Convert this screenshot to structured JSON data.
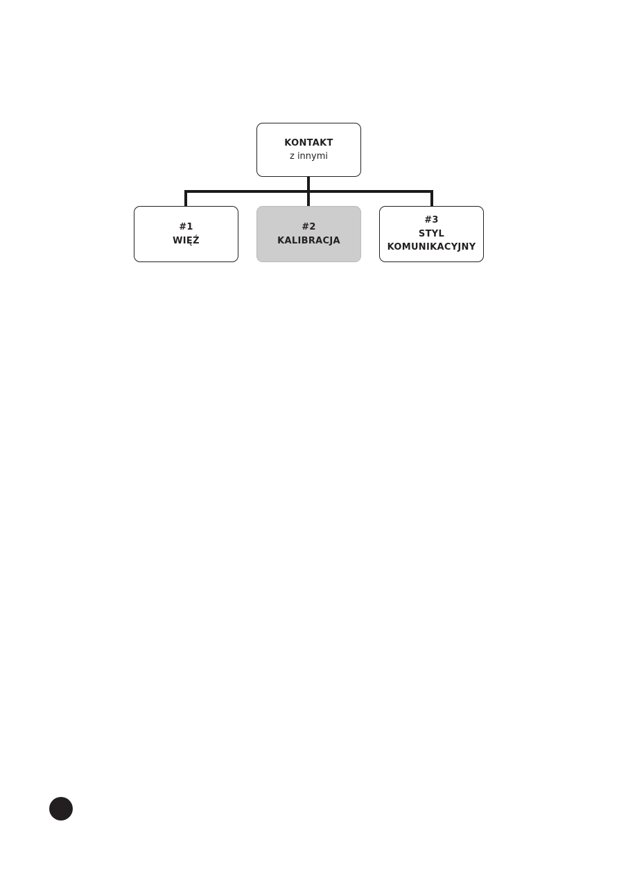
{
  "diagram": {
    "root": {
      "title": "KONTAKT",
      "subtitle": "z innymi"
    },
    "children": [
      {
        "number": "#1",
        "label": "WIĘŹ",
        "highlighted": false
      },
      {
        "number": "#2",
        "label": "KALIBRACJA",
        "highlighted": true
      },
      {
        "number": "#3",
        "label": "STYL KOMUNIKACYJNY",
        "highlighted": false
      }
    ]
  },
  "colors": {
    "node_border": "#231f20",
    "highlight_fill": "#cdcdcd",
    "connector_line": "#1a1a1a",
    "bullet_dot": "#231f20",
    "page_background": "#ffffff"
  }
}
